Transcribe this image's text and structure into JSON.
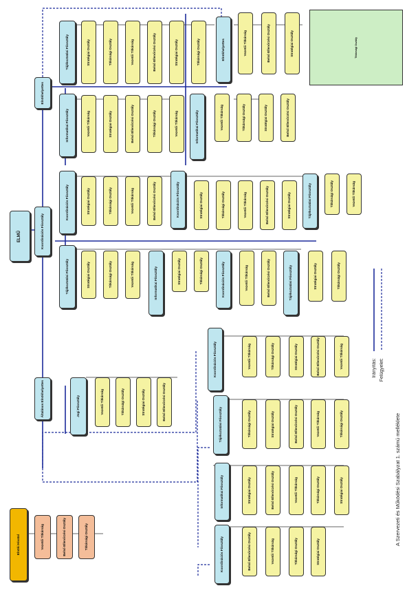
{
  "root": {
    "label": "ELMŰ",
    "note": ""
  },
  "units": {
    "elnok_hivatal": "Elnöki Hivatal",
    "elnokhelyettes": "Elnökhelyettes",
    "koordinacios": "Koordinációs Főosztály",
    "tajekoztatasi": "Tájékoztatási Főosztály",
    "informatikai_fo": "Informatikai Főosztály",
    "altalanos_elnokh": "Általános Elnökhelyettes",
    "jogi_fo": "Jogi Főosztály",
    "vezeto": "Vezetői Titkárság",
    "belso_ellenor": "Belső Ellenőrzési Osztály",
    "titkarsag": "Titkársági Osztály",
    "strategia": "Stratégiai Osztály"
  },
  "legend": {
    "iranyitas": "Irányítás:",
    "felugyelet": "Felügyelet:",
    "title": "A Szervezeti és Működési Szabályzat 1. számú melléklete"
  }
}
